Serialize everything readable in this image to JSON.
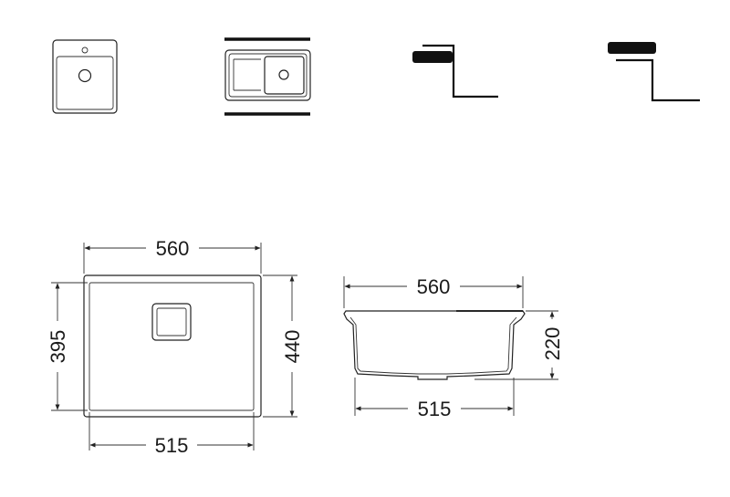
{
  "icons": [
    {
      "name": "single-bowl-sink-icon"
    },
    {
      "name": "bowl-with-drainer-sink-icon"
    },
    {
      "name": "undermount-install-icon"
    },
    {
      "name": "topmount-install-icon"
    }
  ],
  "top_view": {
    "outer_width": "560",
    "outer_height": "440",
    "inner_width": "515",
    "inner_height": "395"
  },
  "side_view": {
    "outer_width": "560",
    "inner_width": "515",
    "depth": "220"
  },
  "colors": {
    "line": "#222222",
    "background": "#ffffff"
  }
}
